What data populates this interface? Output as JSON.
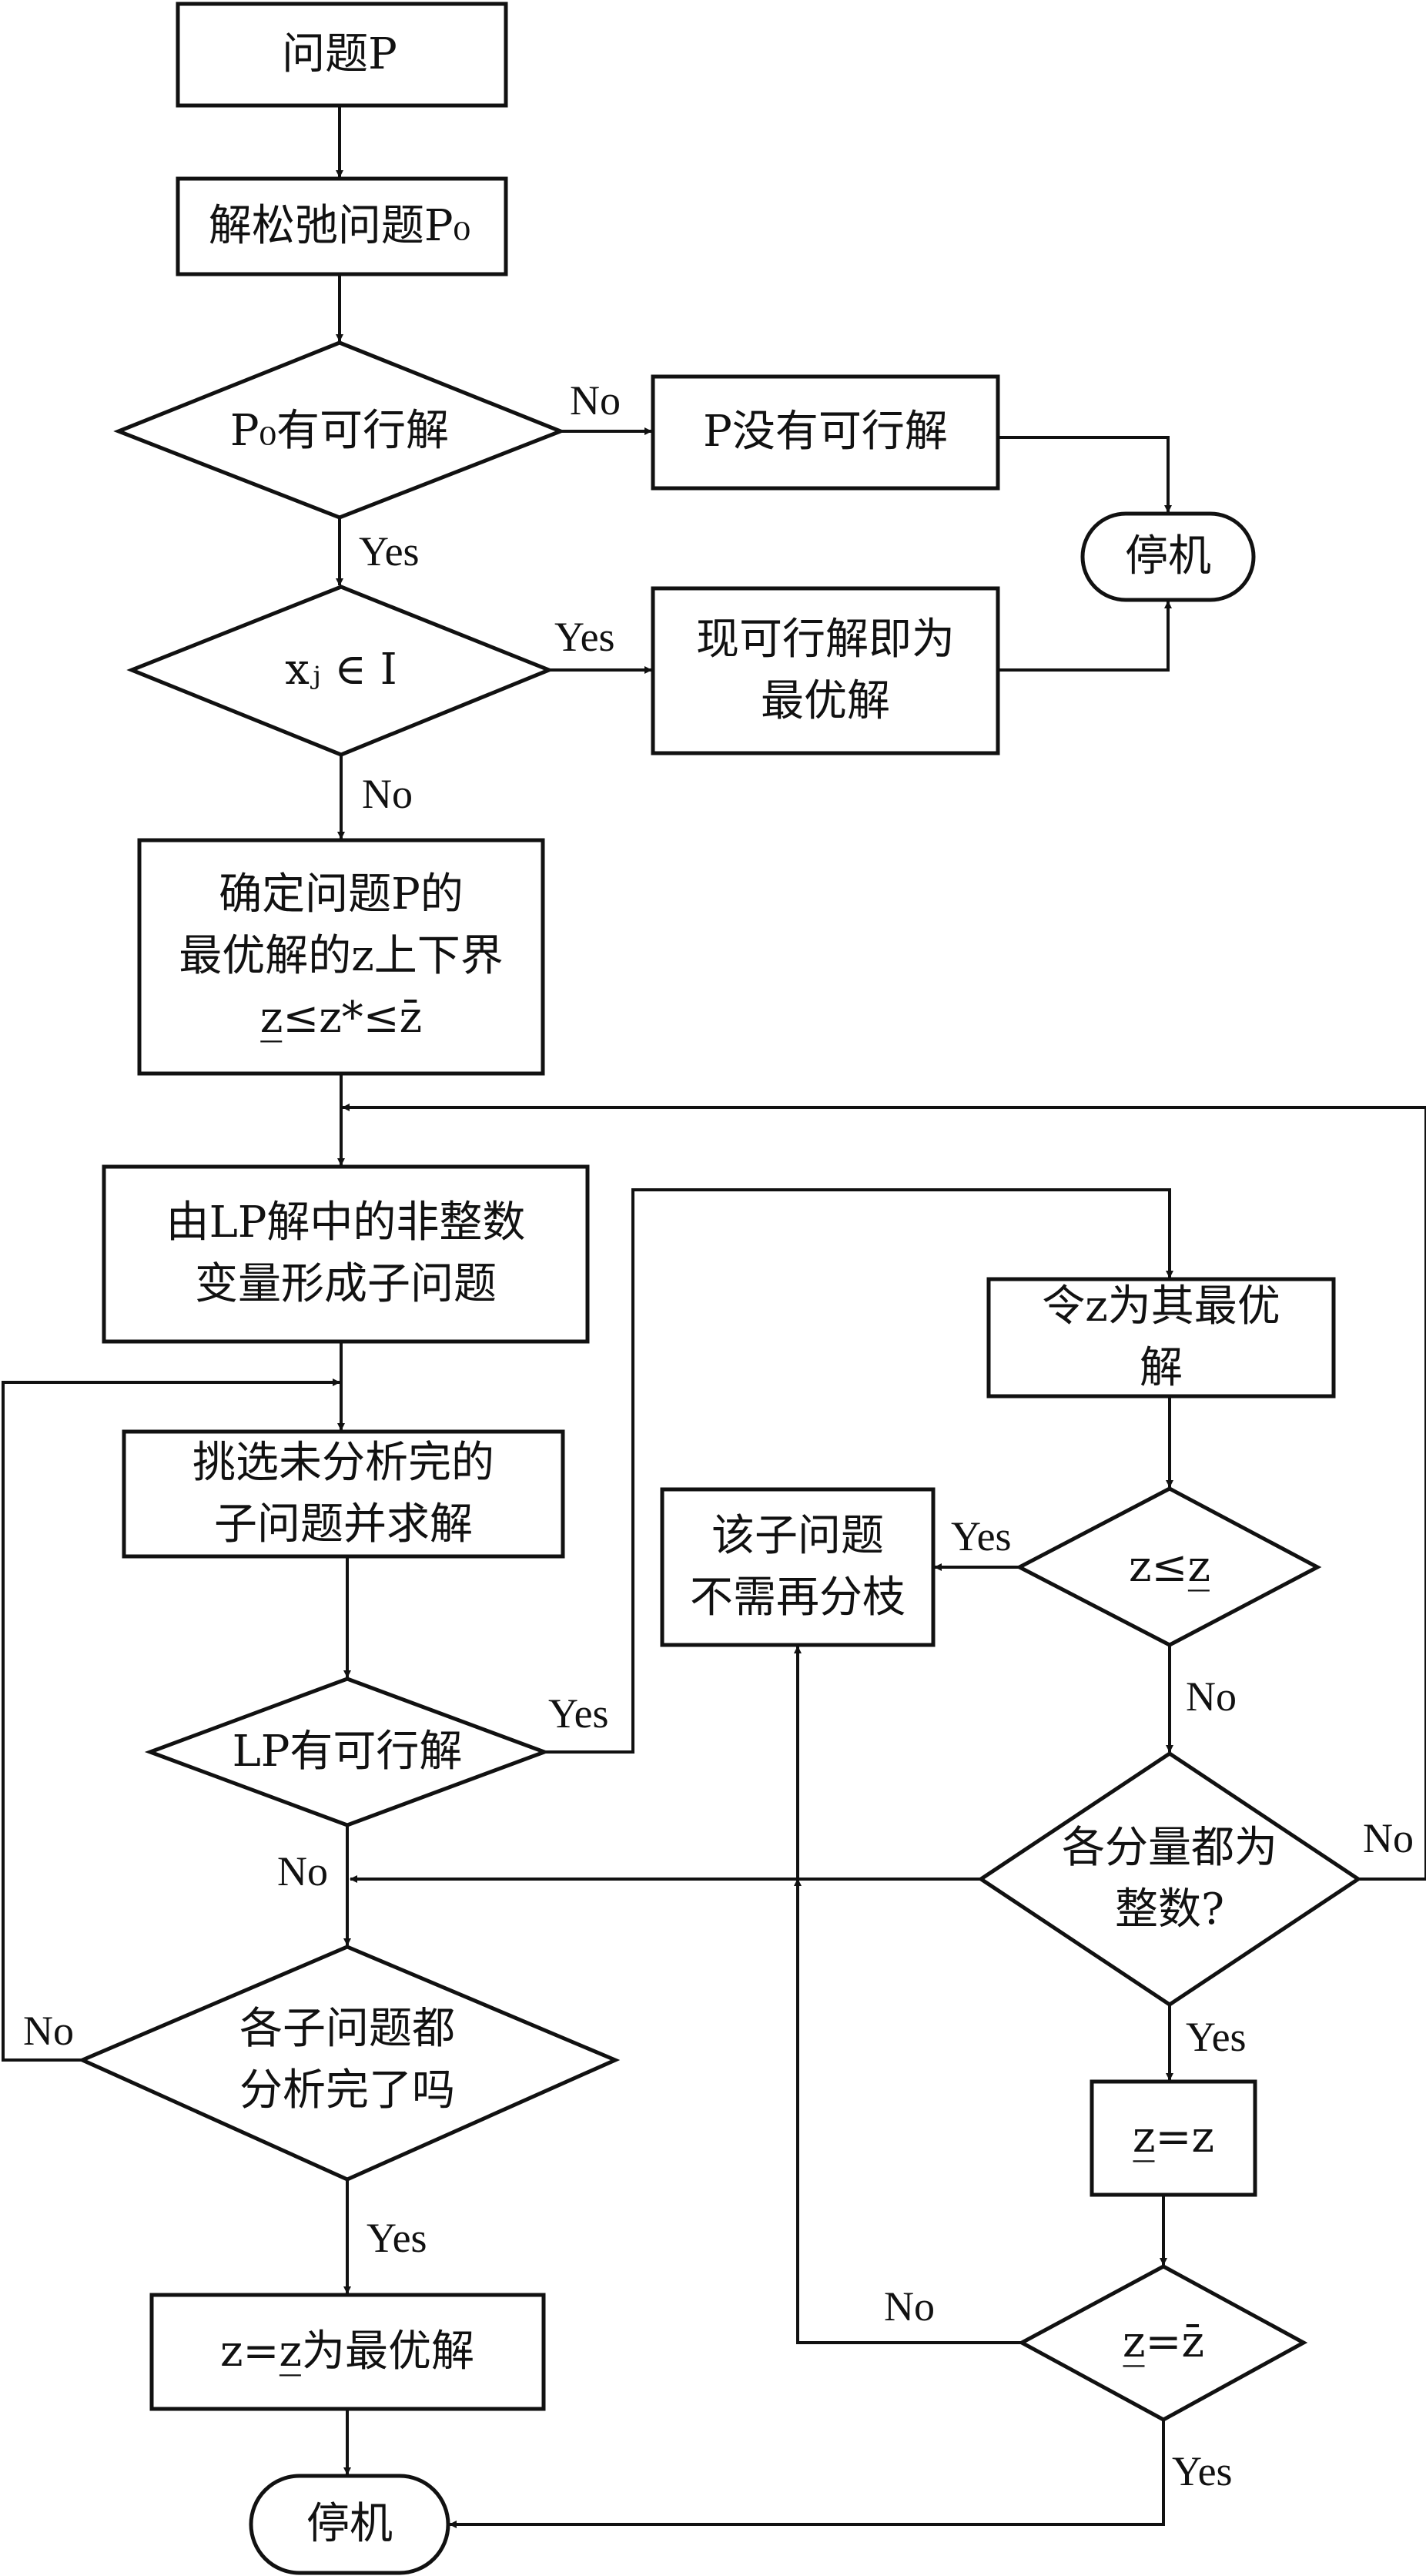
{
  "nodes": {
    "problem_p": "问题P",
    "solve_relaxed": "解松弛问题P₀",
    "p0_feasible": "P₀有可行解",
    "p_no_feasible": "P没有可行解",
    "stop_top": "停机",
    "xj_in_i": "xⱼ ∈ I",
    "current_optimal": "现可行解即为\n最优解",
    "determine_bounds": "确定问题P的\n最优解的z上下界\nz̲≤z*≤z̄",
    "form_subproblem": "由LP解中的非整数\n变量形成子问题",
    "select_subproblem": "挑选未分析完的\n子问题并求解",
    "lp_feasible": "LP有可行解",
    "all_analyzed": "各子问题都\n分析完了吗",
    "final_optimal": "z=z̲为最优解",
    "stop_bottom": "停机",
    "let_z_optimal": "令z为其最优解",
    "z_le_lower": "z≤z̲",
    "no_more_branch": "该子问题\n不需再分枝",
    "all_integer": "各分量都为\n整数?",
    "set_lower": "z̲=z",
    "lower_eq_upper": "z̲=z̄"
  },
  "edge_labels": {
    "p0_no": "No",
    "p0_yes": "Yes",
    "xj_yes": "Yes",
    "xj_no": "No",
    "lp_yes": "Yes",
    "lp_no": "No",
    "analyzed_no": "No",
    "analyzed_yes": "Yes",
    "zle_yes": "Yes",
    "zle_no": "No",
    "integer_no": "No",
    "integer_yes": "Yes",
    "bound_no": "No",
    "bound_yes": "Yes"
  }
}
